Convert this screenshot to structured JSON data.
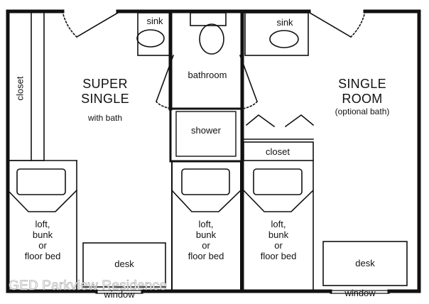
{
  "rooms": {
    "super_single": {
      "title_line1": "SUPER",
      "title_line2": "SINGLE",
      "subtitle": "with bath"
    },
    "single_room": {
      "title_line1": "SINGLE",
      "title_line2": "ROOM",
      "subtitle": "(optional bath)"
    }
  },
  "labels": {
    "sink_left": "sink",
    "sink_right": "sink",
    "bathroom": "bathroom",
    "shower": "shower",
    "closet_vertical": "closet",
    "closet_right": "closet",
    "bed_left": [
      "loft,",
      "bunk",
      "or",
      "floor bed"
    ],
    "bed_middle": [
      "loft,",
      "bunk",
      "or",
      "floor bed"
    ],
    "bed_right": [
      "loft,",
      "bunk",
      "or",
      "floor bed"
    ],
    "desk_left": "desk",
    "desk_right": "desk",
    "window_left": "window",
    "window_right": "window"
  },
  "watermark": "GED Parkview Residence"
}
